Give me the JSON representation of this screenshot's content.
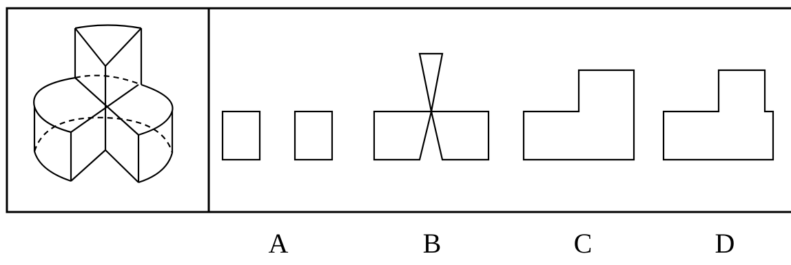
{
  "puzzle": {
    "options": [
      {
        "letter": "A"
      },
      {
        "letter": "B"
      },
      {
        "letter": "C"
      },
      {
        "letter": "D"
      }
    ]
  },
  "colors": {
    "ink": "#000000",
    "background": "#ffffff"
  }
}
